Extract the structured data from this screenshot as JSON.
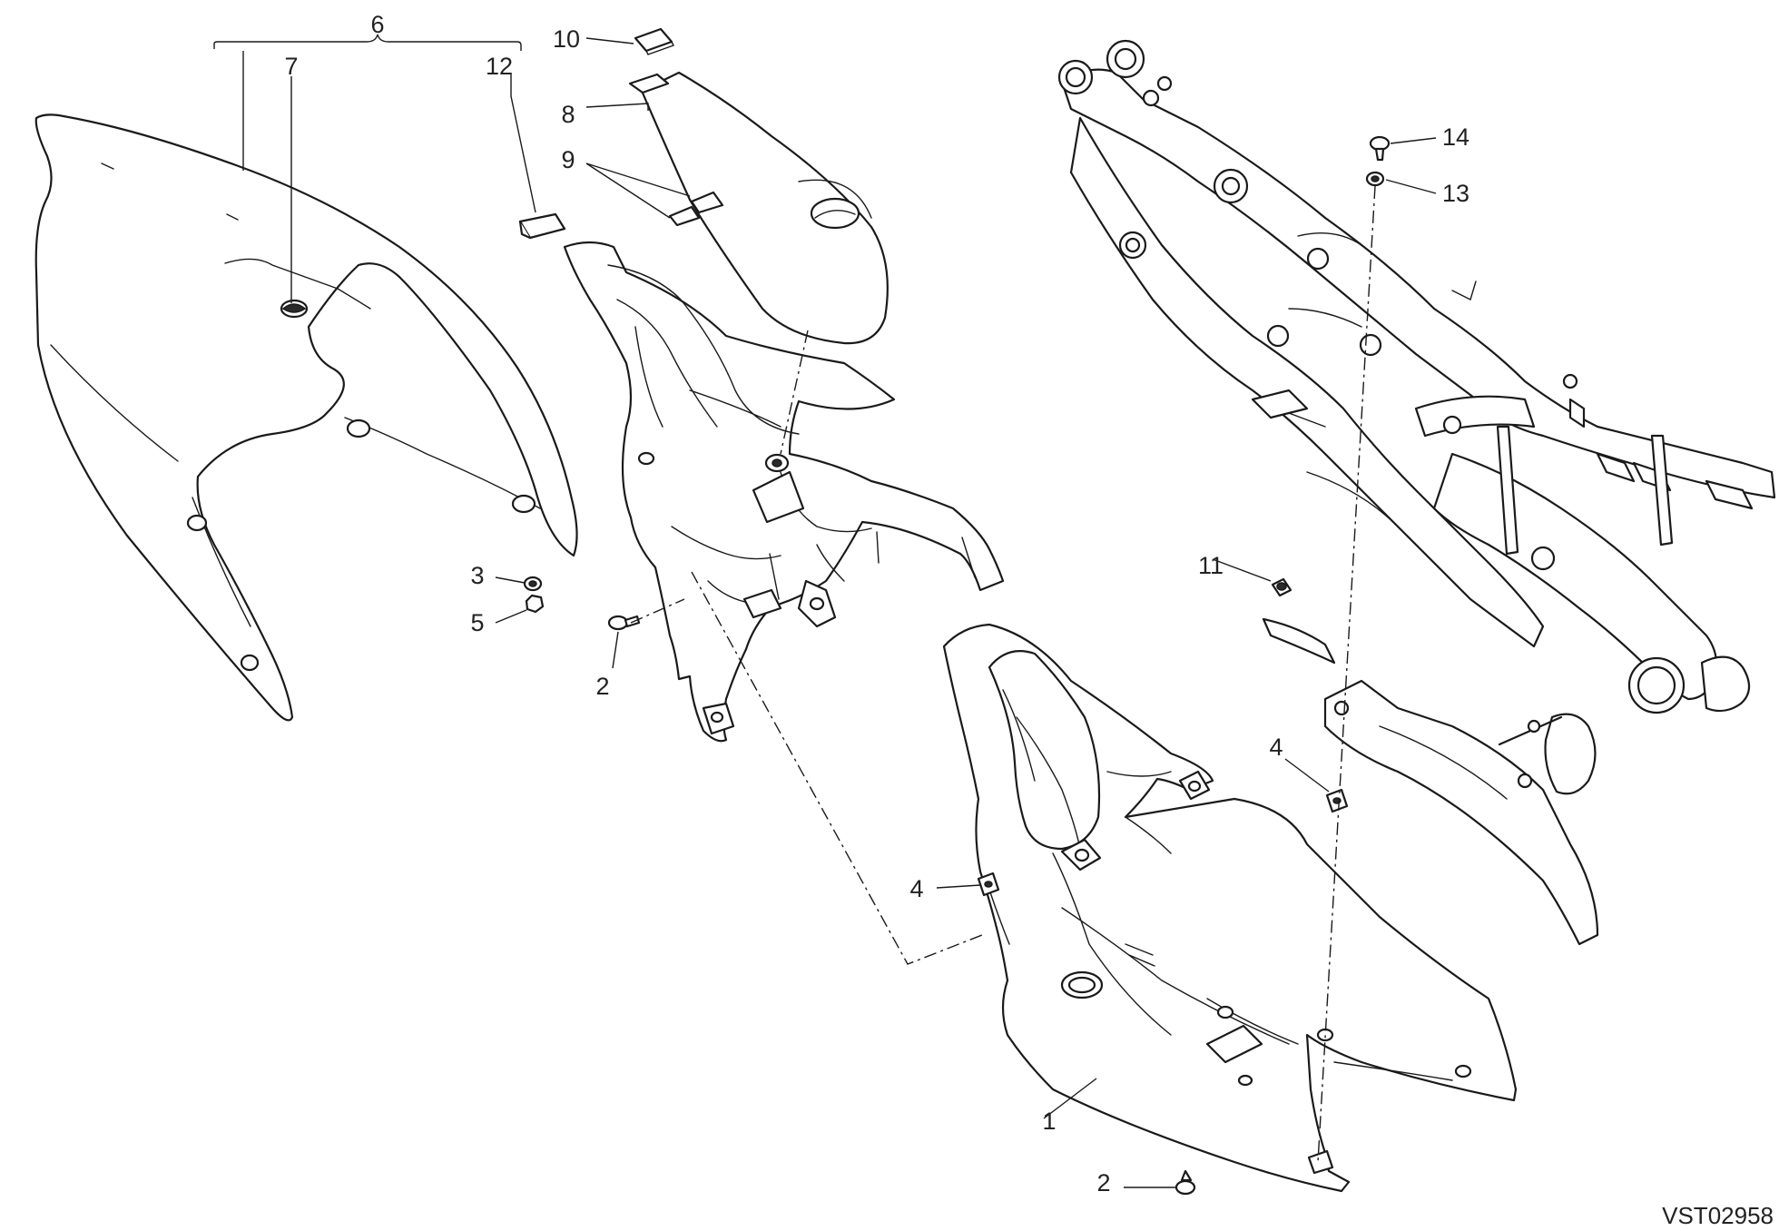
{
  "drawing_code": "VST02958",
  "callouts": {
    "c1": "1",
    "c2a": "2",
    "c2b": "2",
    "c3": "3",
    "c4a": "4",
    "c4b": "4",
    "c5": "5",
    "c6": "6",
    "c7": "7",
    "c8": "8",
    "c9": "9",
    "c10": "10",
    "c11": "11",
    "c12": "12",
    "c13": "13",
    "c14": "14"
  },
  "colors": {
    "line": "#1a1a1a",
    "background": "#ffffff"
  }
}
